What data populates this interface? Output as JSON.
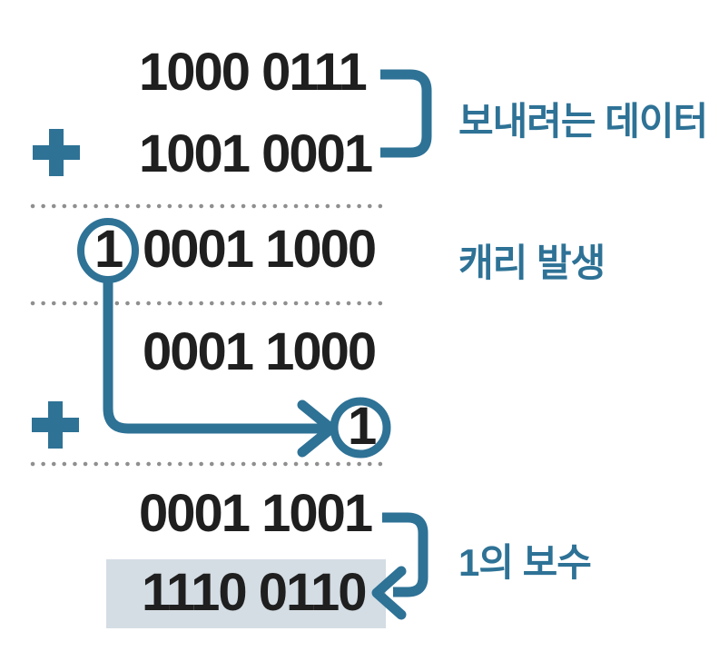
{
  "figure": {
    "description_rows": {
      "augend": "1000 0111",
      "addend": "1001 0001",
      "carry_bit": "1",
      "carry_sum_bits": "0001 1000",
      "sum_without_carry": "0001 1000",
      "wrap_around_bit": "1",
      "wrapped_sum": "0001 1001",
      "ones_complement": "1110 0110"
    },
    "labels": {
      "data_to_send": "보내려는 데이터",
      "carry_occurred": "캐리 발생",
      "ones_complement": "1의 보수"
    },
    "operators": {
      "plus": "+"
    },
    "icons": {
      "plus": "plus-icon (thick + cross)",
      "bracket": "right square bracket grouping the two data rows",
      "carry_circle": "circle around carry-out bit",
      "carry_arrow": "elbow arrow carrying the 1 down and right",
      "wrap_circle": "circle around wrapped-around bit",
      "complement_arrow": "return arrow from sum to its one's complement",
      "dotted_divider": "horizontal dotted separator line"
    },
    "colors": {
      "accent": "#2e7296",
      "digits": "#1f1f1f",
      "highlight": "#d4dde4",
      "dots": "#8f8f8f",
      "background": "#ffffff"
    }
  }
}
